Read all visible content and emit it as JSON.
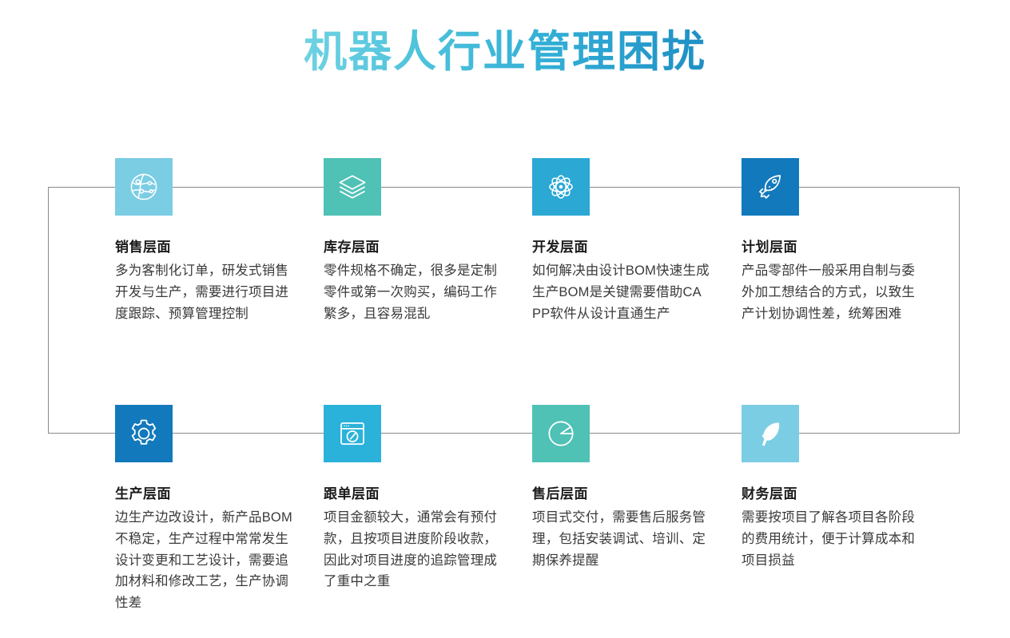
{
  "page": {
    "title": "机器人行业管理困扰",
    "background": "#ffffff",
    "title_gradient": [
      "#6FD2E2",
      "#1E8FC4"
    ],
    "connector_color": "#8a8a8a"
  },
  "cards": [
    {
      "id": "sales",
      "icon": "globe-network-icon",
      "icon_color": "#7BCDE3",
      "title": "销售层面",
      "body": "多为客制化订单，研发式销售开发与生产，需要进行项目进度跟踪、预算管理控制"
    },
    {
      "id": "inventory",
      "icon": "layers-stack-icon",
      "icon_color": "#4FC1B5",
      "title": "库存层面",
      "body": "零件规格不确定，很多是定制零件或第一次购买，编码工作繁多，且容易混乱"
    },
    {
      "id": "development",
      "icon": "atom-icon",
      "icon_color": "#2BA8D4",
      "title": "开发层面",
      "body": "如何解决由设计BOM快速生成生产BOM是关键需要借助CAPP软件从设计直通生产"
    },
    {
      "id": "planning",
      "icon": "rocket-icon",
      "icon_color": "#1279BC",
      "title": "计划层面",
      "body": "产品零部件一般采用自制与委外加工想结合的方式，以致生产计划协调性差，统筹困难"
    },
    {
      "id": "production",
      "icon": "gear-icon",
      "icon_color": "#1279BC",
      "title": "生产层面",
      "body": "边生产边改设计，新产品BOM不稳定，生产过程中常常发生设计变更和工艺设计，需要追加材料和修改工艺，生产协调性差"
    },
    {
      "id": "order-tracking",
      "icon": "browser-compass-icon",
      "icon_color": "#2BB2DA",
      "title": "跟单层面",
      "body": "项目金额较大，通常会有预付款，且按项目进度阶段收款，因此对项目进度的追踪管理成了重中之重"
    },
    {
      "id": "after-sales",
      "icon": "pie-chart-icon",
      "icon_color": "#4FC1B5",
      "title": "售后层面",
      "body": "项目式交付，需要售后服务管理，包括安装调试、培训、定期保养提醒"
    },
    {
      "id": "finance",
      "icon": "feather-icon",
      "icon_color": "#7BCDE3",
      "title": "财务层面",
      "body": "需要按项目了解各项目各阶段的费用统计，便于计算成本和项目损益"
    }
  ]
}
